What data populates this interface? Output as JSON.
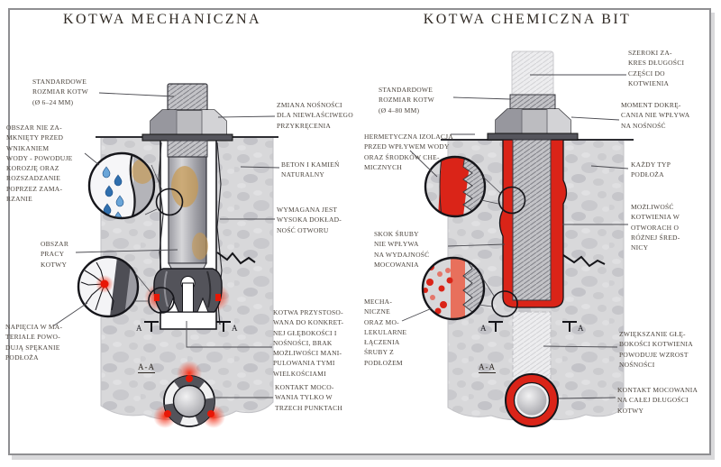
{
  "diagram": {
    "left": {
      "title": "KOTWA MECHANICZNA",
      "section_label": "A-A",
      "marker_a": "A",
      "labels": {
        "standard_size": "STANDARDOWE\nROZMIAR KOTW\n(Ø 6–24 MM)",
        "open_area": "OBSZAR NIE ZA-\nMKNIĘTY PRZED\nWNIKANIEM\nWODY - POWODUJE\nKOROZJĘ ORAZ\nROZSZADZANIE\nPOPRZEZ ZAMA-\nRZANIE",
        "load_change": "ZMIANA NOŚNOŚCI\nDLA NIEWŁAŚCIWEGO\nPRZYKRĘCENIA",
        "substrate": "BETON I KAMIEŃ\nNATURALNY",
        "hole_accuracy": "WYMAGANA JEST\nWYSOKA DOKŁAD-\nNOŚĆ OTWORU",
        "work_area": "OBSZAR\nPRACY\nKOTWY",
        "stress": "NAPIĘCIA W MA-\nTERIALE POWO-\nDUJĄ SPĘKANIE\nPODŁOŻA",
        "fixed_depth": "KOTWA PRZYSTOSO-\nWANA DO KONKRET-\nNEJ GŁĘBOKOŚCI I\nNOŚNOŚCI, BRAK\nMOŻLIWOŚCI MANI-\nPULOWANIA TYMI\nWIELKOŚCIAMI",
        "contact_points": "KONTAKT MOCO-\nWANIA TYLKO W\nTRZECH PUNKTACH"
      }
    },
    "right": {
      "title": "KOTWA CHEMICZNA BIT",
      "section_label": "A-A",
      "marker_a": "A",
      "labels": {
        "wide_range": "SZEROKI ZA-\nKRES DŁUGOŚCI\nCZĘŚCI DO\nKOTWIENIA",
        "standard_size": "STANDARDOWE\nROZMIAR KOTW\n(Ø 4–80 MM)",
        "torque": "MOMENT DOKRĘ-\nCANIA NIE WPŁYWA\nNA NOŚNOŚĆ",
        "hermetic_seal": "HERMETYCZNA IZOLACJA\nPRZED WPŁYWEM WODY\nORAZ ŚRODKÓW CHE-\nMICZNYCH",
        "any_substrate": "KAŻDY TYP\nPODŁOŻA",
        "various_diameters": "MOŻLIWOŚĆ\nKOTWIENIA W\nOTWORACH O\nRÓŻNEJ ŚRED-\nNICY",
        "thread_pitch": "SKOK ŚRUBY\nNIE WPŁYWA\nNA WYDAJNOŚĆ\nMOCOWANIA",
        "bonding": "MECHA-\nNICZNE\nORAZ MO-\nLEKULARNE\nŁĄCZENIA\nŚRUBY Z\nPODŁOŻEM",
        "depth_increase": "ZWIĘKSZANIE GŁĘ-\nBOKOŚCI KOTWIENIA\nPOWODUJE WZROST\nNOŚNOŚCI",
        "full_contact": "KONTAKT MOCOWANIA\nNA CAŁEJ DŁUGOŚCI\nKOTWY"
      }
    },
    "colors": {
      "accent_red": "#da2418",
      "metal_gray": "#bcbcc0",
      "dark_steel": "#53535a",
      "concrete_gray": "#d8d8da",
      "corrosion_tan": "#c89a52",
      "water_blue": "#2f6fae",
      "outline_black": "#15151a",
      "text_color": "#49423b"
    },
    "icons": {
      "water_drop": "teardrop-shape",
      "magnifier": "circle-lens",
      "crack": "zigzag-line",
      "section_marker": "cut-plane-tee"
    }
  }
}
